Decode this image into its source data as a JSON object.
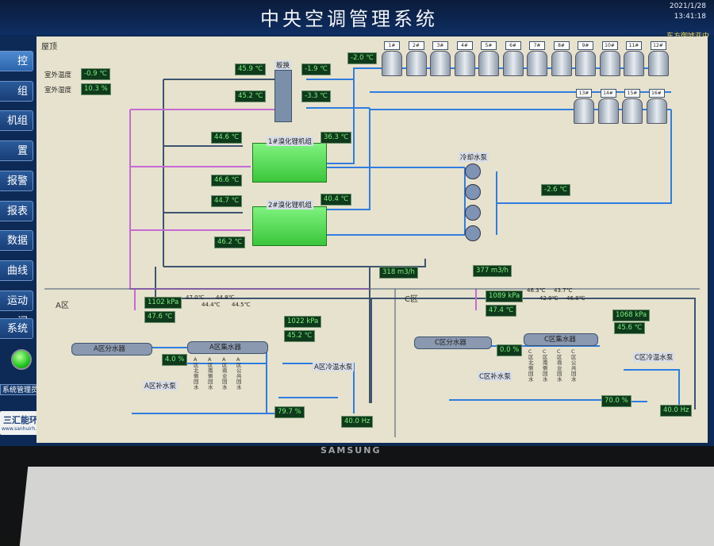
{
  "header": {
    "title": "中央空调管理系统",
    "date": "2021/1/28",
    "time": "13:41:18",
    "company": "东方御墟亚中"
  },
  "sidebar": {
    "items": [
      {
        "label": "控"
      },
      {
        "label": "组"
      },
      {
        "label": "机组"
      },
      {
        "label": "置"
      },
      {
        "label": "报警"
      },
      {
        "label": "报表"
      },
      {
        "label": "数据"
      },
      {
        "label": "曲线"
      },
      {
        "label": "运动阀"
      },
      {
        "label": "系统"
      }
    ],
    "system_manager": "系统管理员",
    "logo_text": "三汇能环",
    "logo_url": "www.sanhuirh.com"
  },
  "panel": {
    "section_roof": "屋顶",
    "section_a": "A区",
    "section_c": "C区",
    "outdoor_temp_label": "室外温度",
    "outdoor_temp": "-0.9 ℃",
    "outdoor_humidity_label": "室外湿度",
    "outdoor_humidity": "10.3 %",
    "heat_exchanger": "板换",
    "hx_left_top": "45.9 ℃",
    "hx_left_bottom": "45.2 ℃",
    "hx_right_top": "-1.9 ℃",
    "hx_right_bottom": "-3.3 ℃",
    "tower_supply": "-2.0 ℃",
    "chiller1_name": "1#溴化锂机组",
    "chiller1_left_top": "44.6 ℃",
    "chiller1_left_bottom": "46.6 ℃",
    "chiller1_right": "36.3 ℃",
    "chiller2_name": "2#溴化锂机组",
    "chiller2_left_top": "44.7 ℃",
    "chiller2_left_bottom": "46.2 ℃",
    "chiller2_right": "40.4 ℃",
    "cooling_pump_label": "冷却水泵",
    "cooling_return": "-2.6 ℃",
    "flow_a": "318 m3/h",
    "flow_c": "377 m3/h",
    "towers_top": [
      "1#",
      "2#",
      "3#",
      "4#",
      "5#",
      "6#",
      "7#",
      "8#",
      "9#",
      "10#",
      "11#",
      "12#"
    ],
    "towers_bottom": [
      "13#",
      "14#",
      "15#",
      "16#"
    ],
    "a_zone": {
      "pressure_left": "1102 kPa",
      "temp_left": "47.6 ℃",
      "sub_temps": [
        "47.0℃",
        "44.4℃",
        "44.8℃",
        "44.5℃"
      ],
      "pressure_right": "1022 kPa",
      "temp_right": "45.2 ℃",
      "supply_header": "A区分水器",
      "return_header": "A区集水器",
      "valve_open": "4.0 %",
      "makeup_pump": "A区补水泵",
      "circ_pump": "A区冷温水泵",
      "bypass_open": "79.7 %",
      "freq": "40.0 Hz",
      "branches": [
        "A区北侧回水",
        "A区南侧回水",
        "A区商业回水",
        "A区公共回水"
      ]
    },
    "c_zone": {
      "pressure_left": "1089 kPa",
      "temp_left": "47.4 ℃",
      "sub_temps": [
        "46.3℃",
        "42.9℃",
        "43.7℃",
        "46.8℃"
      ],
      "pressure_right": "1068 kPa",
      "temp_right": "45.6 ℃",
      "supply_header": "C区分水器",
      "return_header": "C区集水器",
      "valve_open": "0.0 %",
      "makeup_pump": "C区补水泵",
      "circ_pump": "C区冷温水泵",
      "bypass_open": "70.0 %",
      "freq": "40.0 Hz",
      "branches": [
        "C区北侧回水",
        "C区南侧回水",
        "C区商业回水",
        "C区公共回水"
      ]
    }
  },
  "monitor_brand": "SAMSUNG",
  "colors": {
    "panel_bg": "#e6e2cd",
    "pipe_blue": "#2f7de0",
    "pipe_pink": "#c66ad6",
    "pipe_dark": "#3e5470",
    "equipment_green": "#4fe34f",
    "readout_bg": "#0f3a1c",
    "readout_text": "#7ef07e"
  }
}
